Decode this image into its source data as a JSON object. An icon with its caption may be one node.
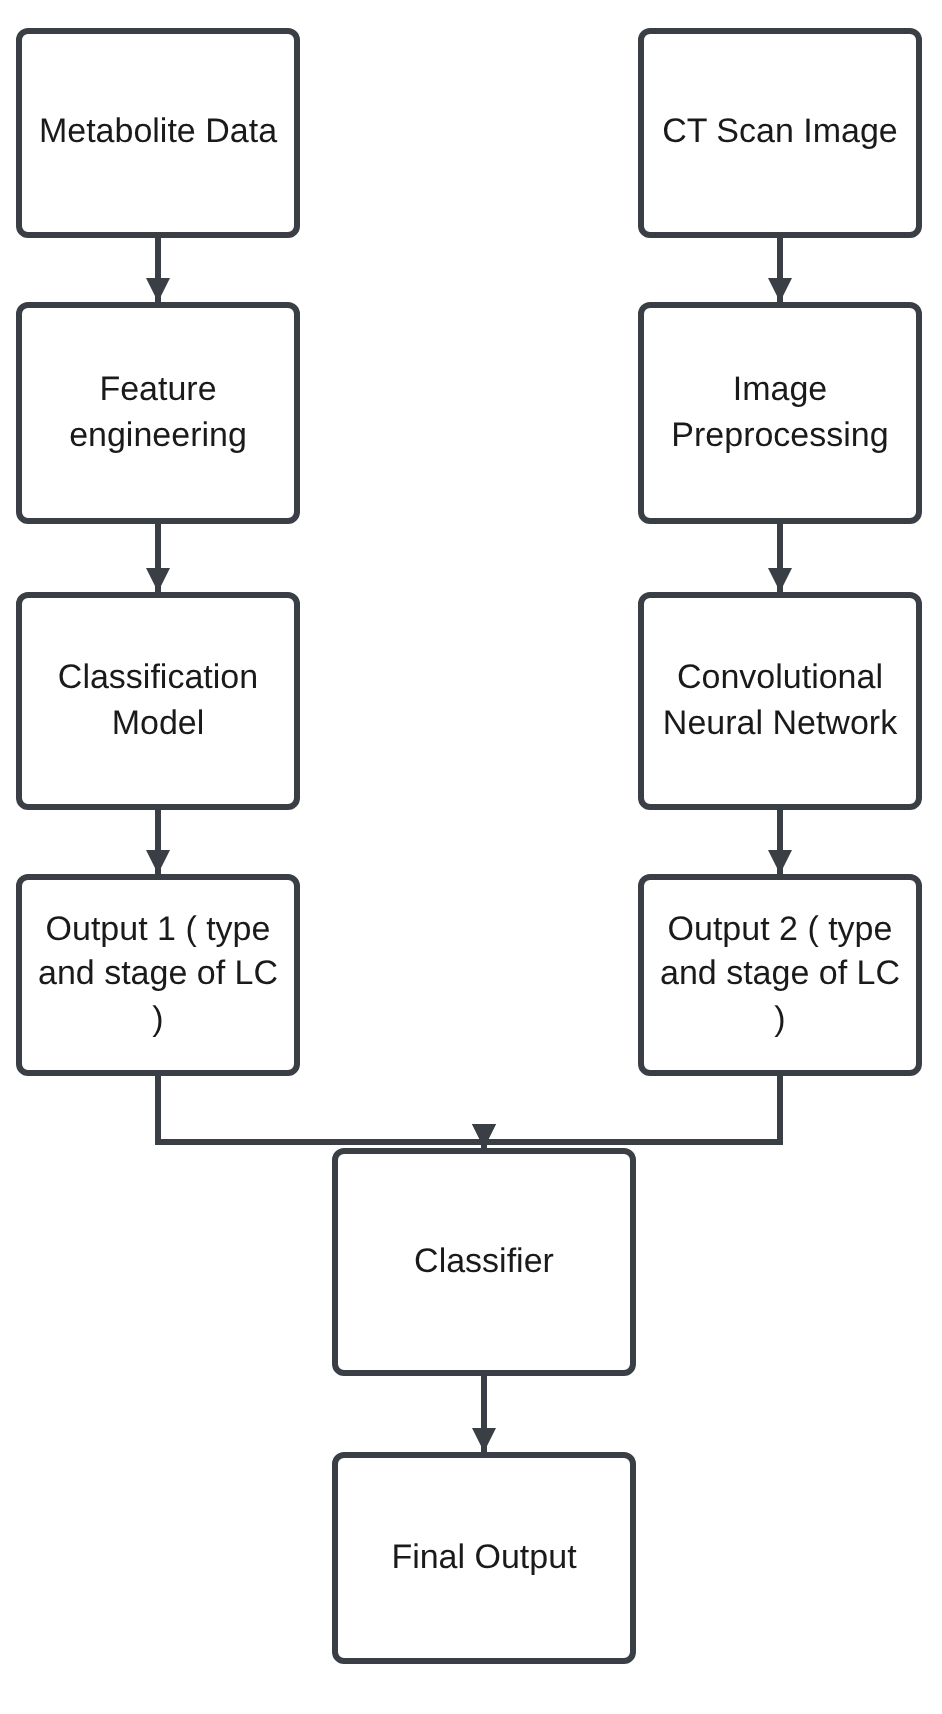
{
  "diagram": {
    "nodes": [
      {
        "text": [
          "Metabolite Data"
        ]
      },
      {
        "text": [
          "CT Scan Image"
        ]
      },
      {
        "text": [
          "Feature engineering"
        ]
      },
      {
        "text": [
          "Image Preprocessing"
        ]
      },
      {
        "text": [
          "Classification Model"
        ]
      },
      {
        "text": [
          "Convolutional Neural Network"
        ]
      },
      {
        "text": [
          "Output 1 ( type and stage of LC )"
        ]
      },
      {
        "text": [
          "Output 2 ( type and stage of LC )"
        ]
      },
      {
        "text": [
          "Classifier"
        ]
      },
      {
        "text": [
          "Final Output"
        ]
      }
    ],
    "edges": [
      {
        "from": 0,
        "to": 2,
        "arrow": "to"
      },
      {
        "from": 2,
        "to": 4,
        "arrow": "to"
      },
      {
        "from": 4,
        "to": 6,
        "arrow": "to"
      },
      {
        "from": 1,
        "to": 3,
        "arrow": "to"
      },
      {
        "from": 3,
        "to": 5,
        "arrow": "to"
      },
      {
        "from": 5,
        "to": 7,
        "arrow": "to"
      },
      {
        "from": 6,
        "to": 8,
        "arrow": "to"
      },
      {
        "from": 7,
        "to": 8,
        "arrow": "to"
      },
      {
        "from": 8,
        "to": 9,
        "arrow": "to"
      }
    ]
  }
}
